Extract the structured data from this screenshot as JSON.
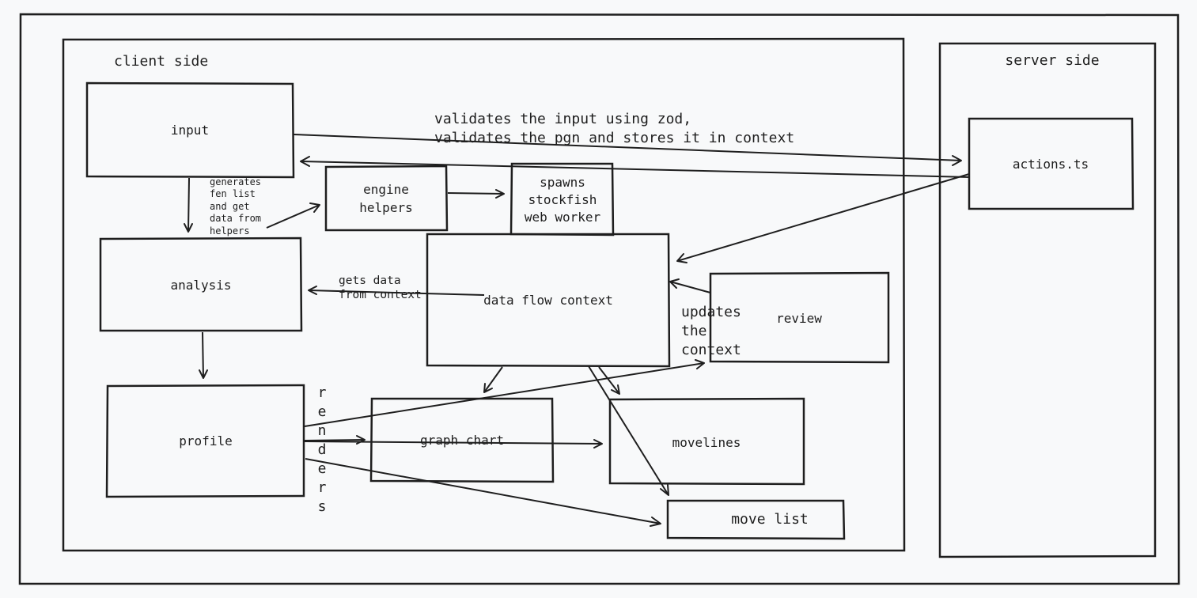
{
  "containers": {
    "client": "client side",
    "server": "server side"
  },
  "nodes": {
    "input": "input",
    "analysis": "analysis",
    "profile": "profile",
    "engine_helpers": [
      "engine",
      "helpers"
    ],
    "spawns": [
      "spawns",
      "stockfish",
      "web worker"
    ],
    "data_flow_context": "data flow context",
    "review": "review",
    "graph_chart": "graph chart",
    "movelines": "movelines",
    "move_list": "move list",
    "actions": "actions.ts"
  },
  "edge_labels": {
    "validates": [
      "validates the input using zod,",
      "validates the pgn and stores it in context"
    ],
    "generates": [
      "generates",
      "fen list",
      "and get",
      "data from",
      "helpers"
    ],
    "gets_data": [
      "gets data",
      "from context"
    ],
    "updates": [
      "updates",
      "the",
      "context"
    ],
    "renders": [
      "r",
      "e",
      "n",
      "d",
      "e",
      "r",
      "s"
    ]
  }
}
